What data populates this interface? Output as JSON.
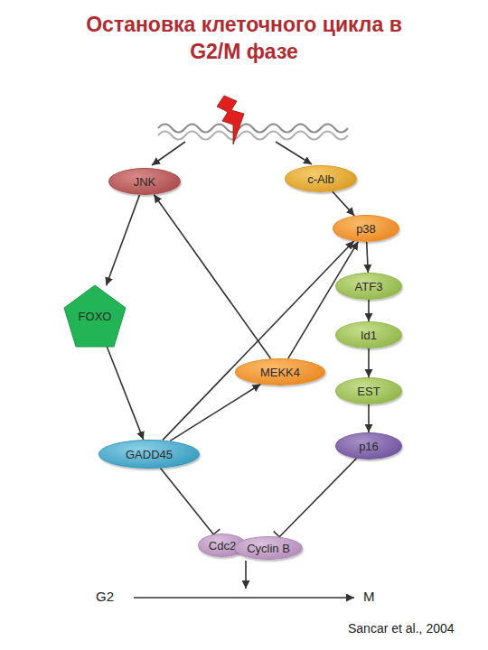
{
  "diagram": {
    "title": "Остановка клеточного цикла в G2/M фазе",
    "nodes": [
      {
        "text": [
          "JNK"
        ]
      },
      {
        "text": [
          "c-Alb"
        ]
      },
      {
        "text": [
          "p38"
        ]
      },
      {
        "text": [
          "FOXO"
        ]
      },
      {
        "text": [
          "ATF3"
        ]
      },
      {
        "text": [
          "Id1"
        ]
      },
      {
        "text": [
          "MEKK4"
        ]
      },
      {
        "text": [
          "EST"
        ]
      },
      {
        "text": [
          "p16"
        ]
      },
      {
        "text": [
          "GADD45"
        ]
      },
      {
        "text": [
          "Cdc2"
        ]
      },
      {
        "text": [
          "Cyclin B"
        ]
      }
    ],
    "edges": [
      {
        "from": 0,
        "to": 3,
        "arrow": "to"
      },
      {
        "from": 1,
        "to": 2,
        "arrow": "to"
      },
      {
        "from": 2,
        "to": 4,
        "arrow": "to"
      },
      {
        "from": 4,
        "to": 5,
        "arrow": "to"
      },
      {
        "from": 5,
        "to": 7,
        "arrow": "to"
      },
      {
        "from": 7,
        "to": 8,
        "arrow": "to"
      },
      {
        "from": 3,
        "to": 9,
        "arrow": "to"
      },
      {
        "from": 9,
        "to": 2,
        "arrow": "to"
      },
      {
        "from": 9,
        "to": 6,
        "arrow": "to"
      },
      {
        "from": 6,
        "to": 0,
        "arrow": "to"
      },
      {
        "from": 6,
        "to": 2,
        "arrow": "to"
      },
      {
        "from": 9,
        "to": 10,
        "arrow": "to"
      },
      {
        "from": 8,
        "to": 11,
        "arrow": "to"
      }
    ],
    "labels": [
      "G2",
      "M",
      "Sancar et al., 2004"
    ]
  }
}
